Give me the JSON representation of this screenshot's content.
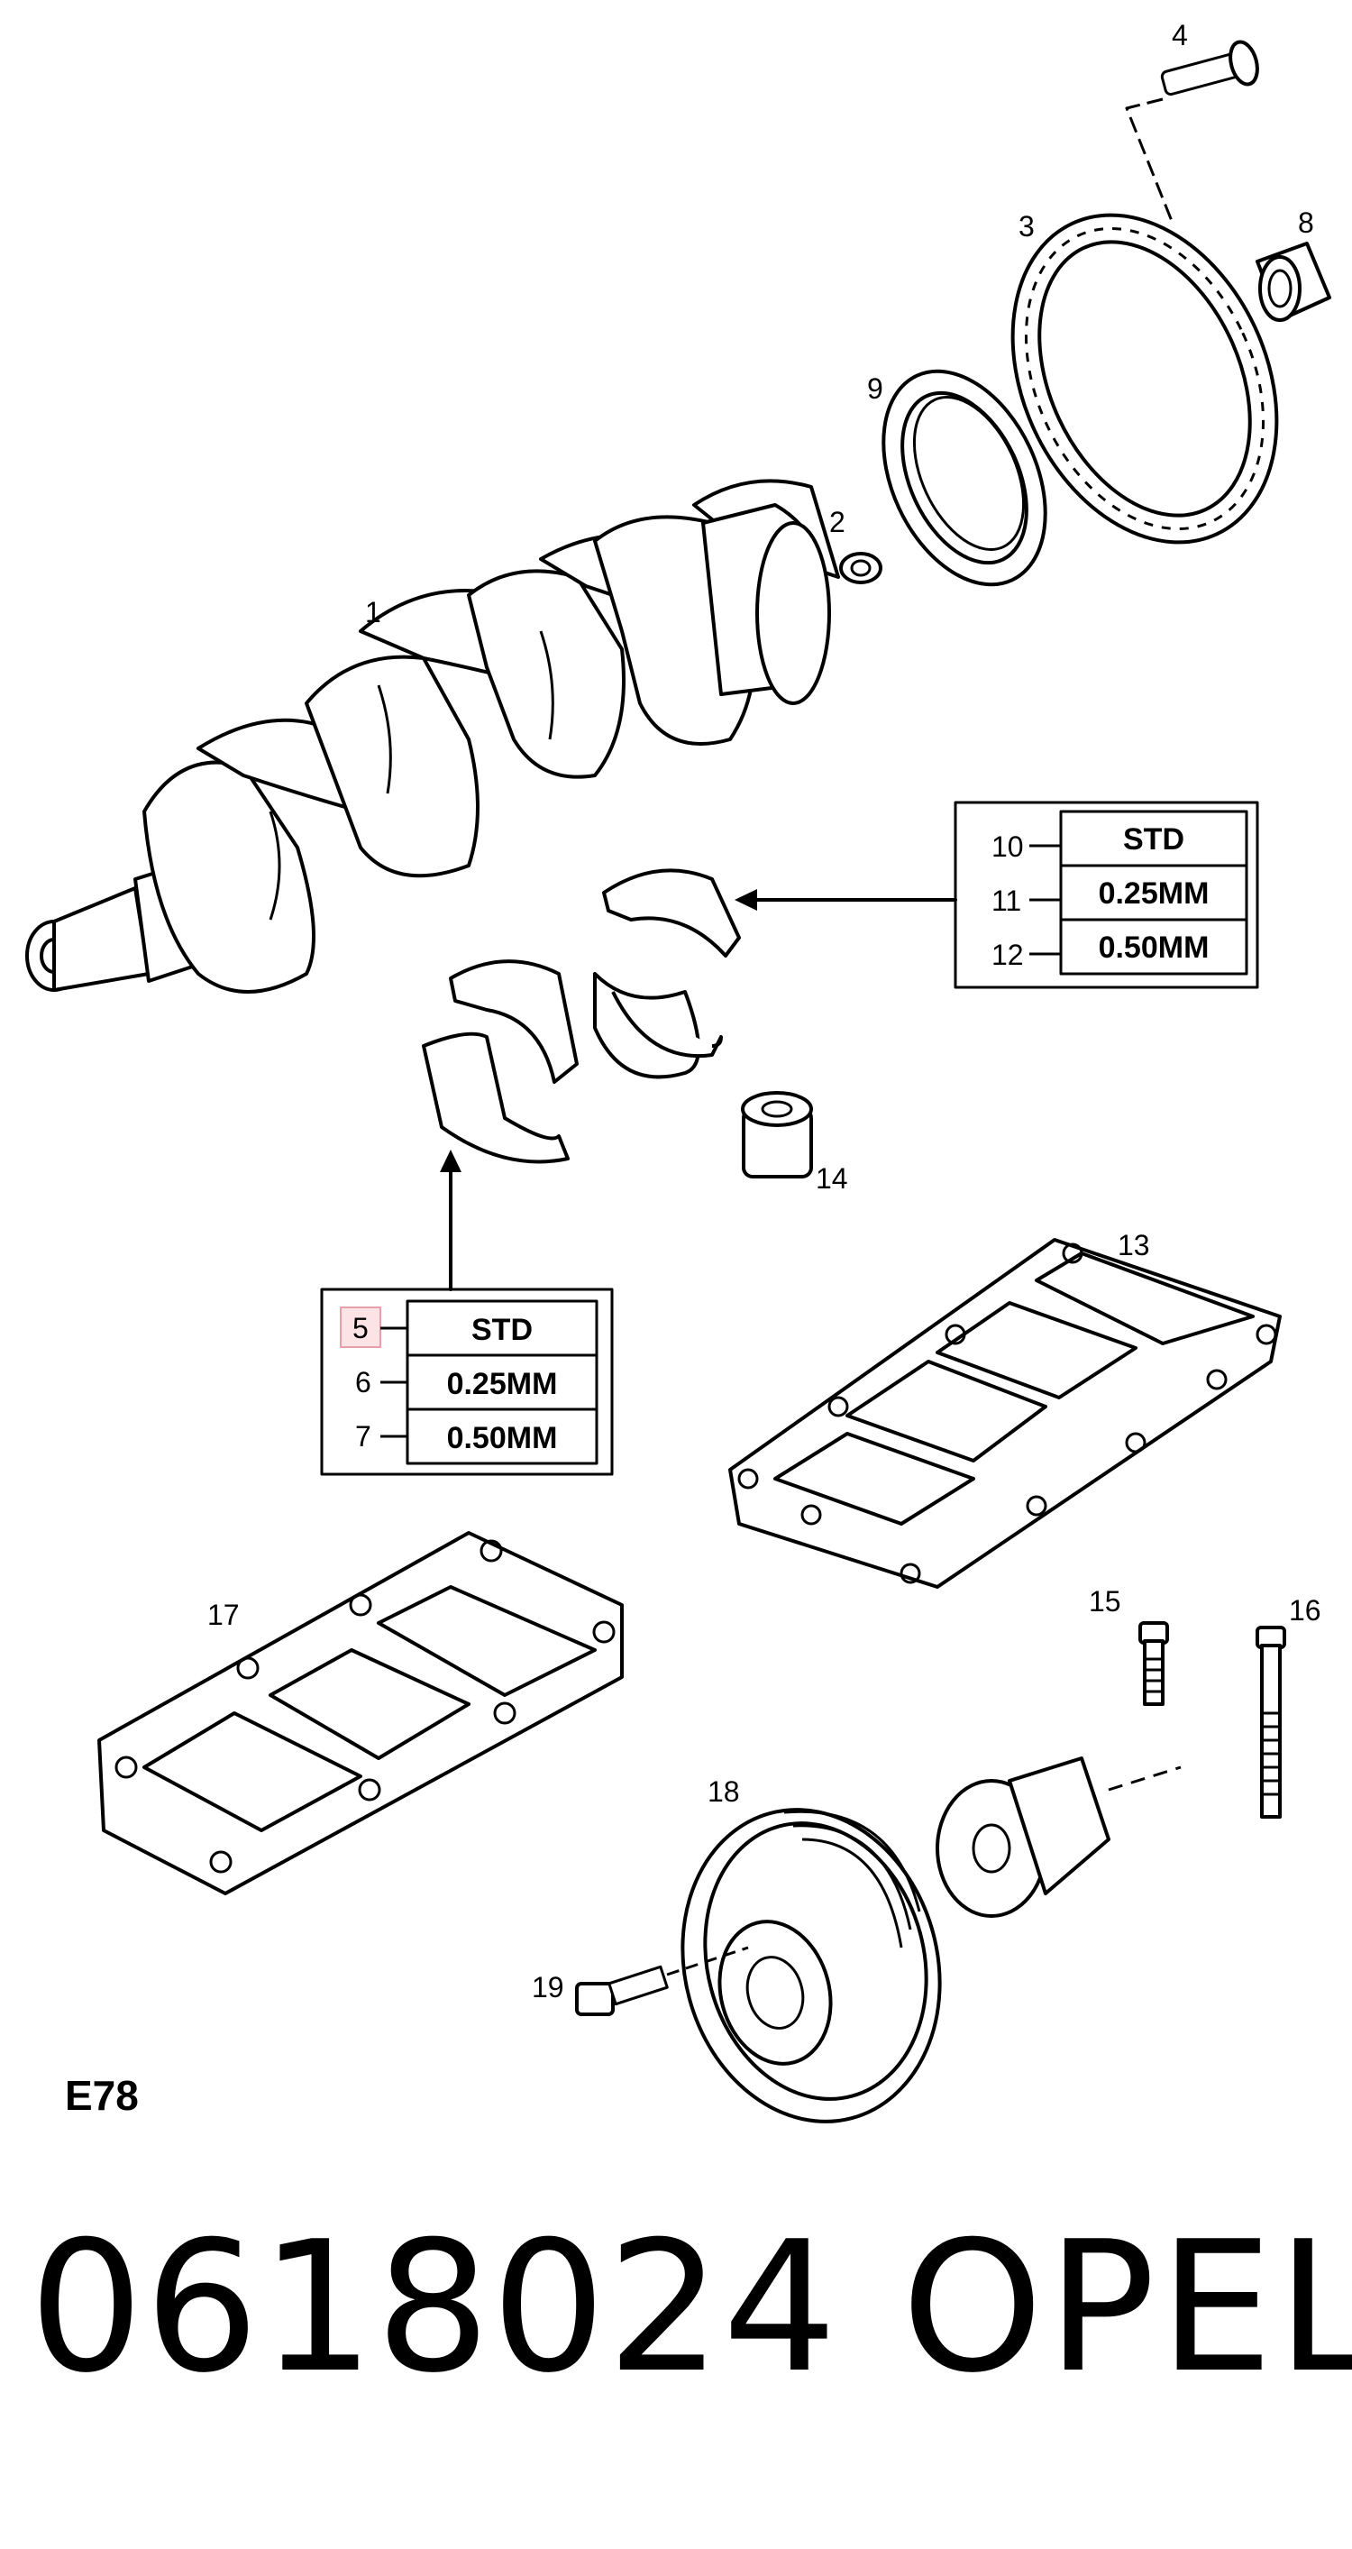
{
  "diagram": {
    "page_code": "E78",
    "callouts": [
      "1",
      "2",
      "3",
      "4",
      "8",
      "9",
      "13",
      "14",
      "15",
      "16",
      "17",
      "18",
      "19"
    ],
    "bearing_table_main": {
      "rows": [
        {
          "ref": "10",
          "size": "STD"
        },
        {
          "ref": "11",
          "size": "0.25MM"
        },
        {
          "ref": "12",
          "size": "0.50MM"
        }
      ]
    },
    "bearing_table_conrod": {
      "rows": [
        {
          "ref": "5",
          "size": "STD"
        },
        {
          "ref": "6",
          "size": "0.25MM"
        },
        {
          "ref": "7",
          "size": "0.50MM"
        }
      ],
      "highlighted_ref": "5",
      "highlight_color": "#e8a0a8"
    }
  },
  "footer": {
    "part_number": "0618024",
    "brand": "OPEL"
  }
}
